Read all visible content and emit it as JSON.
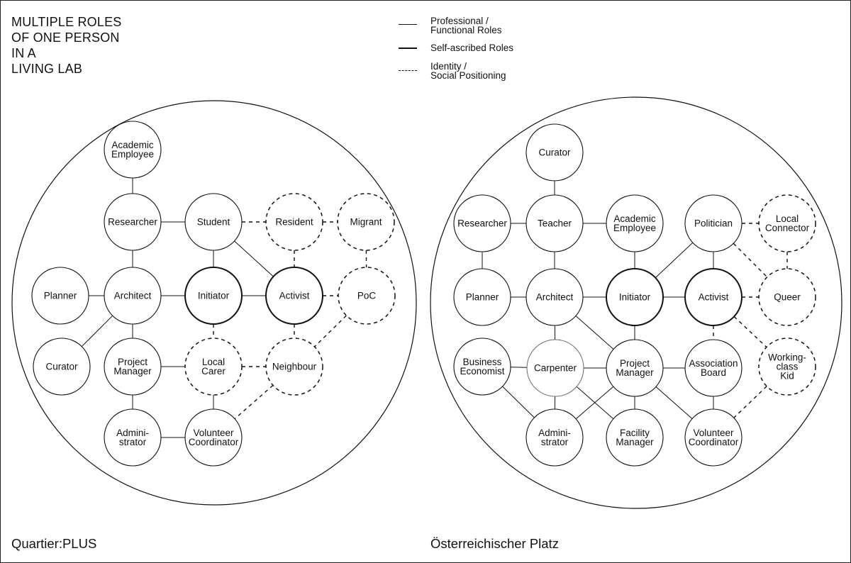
{
  "title_lines": [
    "MULTIPLE ROLES",
    "OF ONE PERSON",
    "IN A",
    "LIVING LAB"
  ],
  "legend": {
    "professional": {
      "line1": "Professional /",
      "line2": "Functional Roles",
      "style": "thin-solid"
    },
    "self": {
      "line1": "Self-ascribed Roles",
      "line2": "",
      "style": "thick-solid"
    },
    "identity": {
      "line1": "Identity /",
      "line2": "Social Positioning",
      "style": "dashed"
    }
  },
  "captions": {
    "left": "Quartier:PLUS",
    "right": "Österreichischer Platz"
  },
  "colors": {
    "stroke": "#111111",
    "background": "#ffffff"
  },
  "diagrams": [
    {
      "name": "Quartier:PLUS",
      "nodes": [
        {
          "id": "academic",
          "lines": [
            "Academic",
            "Employee"
          ],
          "style": "thin"
        },
        {
          "id": "researcher",
          "lines": [
            "Researcher"
          ],
          "style": "thin"
        },
        {
          "id": "student",
          "lines": [
            "Student"
          ],
          "style": "thin"
        },
        {
          "id": "resident",
          "lines": [
            "Resident"
          ],
          "style": "dashed"
        },
        {
          "id": "migrant",
          "lines": [
            "Migrant"
          ],
          "style": "dashed"
        },
        {
          "id": "planner",
          "lines": [
            "Planner"
          ],
          "style": "thin"
        },
        {
          "id": "architect",
          "lines": [
            "Architect"
          ],
          "style": "thin"
        },
        {
          "id": "initiator",
          "lines": [
            "Initiator"
          ],
          "style": "thick"
        },
        {
          "id": "activist",
          "lines": [
            "Activist"
          ],
          "style": "thick"
        },
        {
          "id": "poc",
          "lines": [
            "PoC"
          ],
          "style": "dashed"
        },
        {
          "id": "curator",
          "lines": [
            "Curator"
          ],
          "style": "thin"
        },
        {
          "id": "pm",
          "lines": [
            "Project",
            "Manager"
          ],
          "style": "thin"
        },
        {
          "id": "carer",
          "lines": [
            "Local",
            "Carer"
          ],
          "style": "dashed"
        },
        {
          "id": "neighbour",
          "lines": [
            "Neighbour"
          ],
          "style": "dashed"
        },
        {
          "id": "admin",
          "lines": [
            "Admini-",
            "strator"
          ],
          "style": "thin"
        },
        {
          "id": "volunteer",
          "lines": [
            "Volunteer",
            "Coordinator"
          ],
          "style": "thin"
        }
      ],
      "edges": [
        [
          "academic",
          "researcher",
          "solid"
        ],
        [
          "researcher",
          "student",
          "solid"
        ],
        [
          "student",
          "resident",
          "dashed"
        ],
        [
          "resident",
          "migrant",
          "dashed"
        ],
        [
          "researcher",
          "architect",
          "solid"
        ],
        [
          "student",
          "initiator",
          "solid"
        ],
        [
          "student",
          "activist",
          "solid"
        ],
        [
          "resident",
          "activist",
          "dashed"
        ],
        [
          "migrant",
          "poc",
          "dashed"
        ],
        [
          "planner",
          "architect",
          "solid"
        ],
        [
          "architect",
          "initiator",
          "solid"
        ],
        [
          "initiator",
          "activist",
          "solid"
        ],
        [
          "activist",
          "poc",
          "dashed"
        ],
        [
          "architect",
          "curator",
          "solid"
        ],
        [
          "architect",
          "pm",
          "solid"
        ],
        [
          "initiator",
          "carer",
          "dashed"
        ],
        [
          "activist",
          "neighbour",
          "dashed"
        ],
        [
          "pm",
          "carer",
          "solid"
        ],
        [
          "carer",
          "neighbour",
          "dashed"
        ],
        [
          "poc",
          "neighbour",
          "dashed"
        ],
        [
          "pm",
          "admin",
          "solid"
        ],
        [
          "carer",
          "volunteer",
          "solid"
        ],
        [
          "admin",
          "volunteer",
          "solid"
        ],
        [
          "neighbour",
          "volunteer",
          "dashed"
        ]
      ]
    },
    {
      "name": "Österreichischer Platz",
      "nodes": [
        {
          "id": "curator",
          "lines": [
            "Curator"
          ],
          "style": "thin"
        },
        {
          "id": "researcher",
          "lines": [
            "Researcher"
          ],
          "style": "thin"
        },
        {
          "id": "teacher",
          "lines": [
            "Teacher"
          ],
          "style": "thin"
        },
        {
          "id": "academic",
          "lines": [
            "Academic",
            "Employee"
          ],
          "style": "thin"
        },
        {
          "id": "politician",
          "lines": [
            "Politician"
          ],
          "style": "thin"
        },
        {
          "id": "connector",
          "lines": [
            "Local",
            "Connector"
          ],
          "style": "dashed"
        },
        {
          "id": "planner",
          "lines": [
            "Planner"
          ],
          "style": "thin"
        },
        {
          "id": "architect",
          "lines": [
            "Architect"
          ],
          "style": "thin"
        },
        {
          "id": "initiator",
          "lines": [
            "Initiator"
          ],
          "style": "thick"
        },
        {
          "id": "activist",
          "lines": [
            "Activist"
          ],
          "style": "thick"
        },
        {
          "id": "queer",
          "lines": [
            "Queer"
          ],
          "style": "dashed"
        },
        {
          "id": "economist",
          "lines": [
            "Business",
            "Economist"
          ],
          "style": "thin"
        },
        {
          "id": "carpenter",
          "lines": [
            "Carpenter"
          ],
          "style": "faint"
        },
        {
          "id": "pm",
          "lines": [
            "Project",
            "Manager"
          ],
          "style": "thin"
        },
        {
          "id": "board",
          "lines": [
            "Association",
            "Board"
          ],
          "style": "thin"
        },
        {
          "id": "kid",
          "lines": [
            "Working-",
            "class",
            "Kid"
          ],
          "style": "dashed"
        },
        {
          "id": "admin",
          "lines": [
            "Admini-",
            "strator"
          ],
          "style": "thin"
        },
        {
          "id": "facility",
          "lines": [
            "Facility",
            "Manager"
          ],
          "style": "thin"
        },
        {
          "id": "volunteer",
          "lines": [
            "Volunteer",
            "Coordinator"
          ],
          "style": "thin"
        }
      ],
      "edges": [
        [
          "curator",
          "teacher",
          "solid"
        ],
        [
          "researcher",
          "teacher",
          "solid"
        ],
        [
          "teacher",
          "academic",
          "solid"
        ],
        [
          "politician",
          "connector",
          "dashed"
        ],
        [
          "researcher",
          "planner",
          "solid"
        ],
        [
          "teacher",
          "architect",
          "solid"
        ],
        [
          "academic",
          "initiator",
          "solid"
        ],
        [
          "politician",
          "initiator",
          "solid"
        ],
        [
          "politician",
          "activist",
          "solid"
        ],
        [
          "politician",
          "queer",
          "dashed"
        ],
        [
          "connector",
          "queer",
          "dashed"
        ],
        [
          "planner",
          "architect",
          "solid"
        ],
        [
          "architect",
          "initiator",
          "solid"
        ],
        [
          "initiator",
          "activist",
          "solid"
        ],
        [
          "activist",
          "queer",
          "dashed"
        ],
        [
          "architect",
          "carpenter",
          "solid"
        ],
        [
          "architect",
          "pm",
          "solid"
        ],
        [
          "initiator",
          "pm",
          "solid"
        ],
        [
          "activist",
          "board",
          "dashed"
        ],
        [
          "activist",
          "kid",
          "dashed"
        ],
        [
          "economist",
          "carpenter",
          "solid"
        ],
        [
          "carpenter",
          "pm",
          "solid"
        ],
        [
          "pm",
          "board",
          "solid"
        ],
        [
          "economist",
          "admin",
          "solid"
        ],
        [
          "carpenter",
          "admin",
          "solid"
        ],
        [
          "carpenter",
          "facility",
          "solid"
        ],
        [
          "pm",
          "admin",
          "solid"
        ],
        [
          "pm",
          "facility",
          "solid"
        ],
        [
          "pm",
          "volunteer",
          "solid"
        ],
        [
          "board",
          "volunteer",
          "solid"
        ],
        [
          "kid",
          "volunteer",
          "dashed"
        ]
      ]
    }
  ]
}
